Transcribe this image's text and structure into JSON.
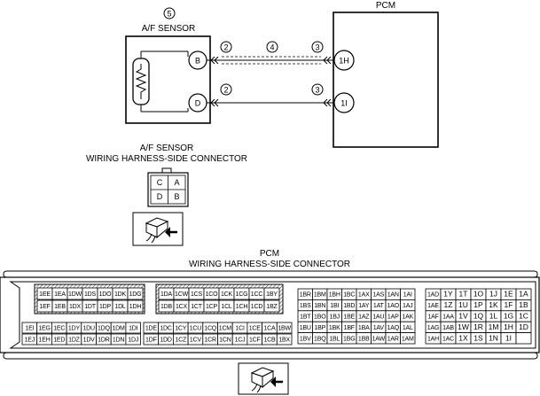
{
  "diagram": {
    "sensor": {
      "number": "5",
      "title": "A/F SENSOR",
      "pins": [
        "B",
        "D"
      ]
    },
    "pcm": {
      "title": "PCM",
      "pins": [
        "1H",
        "1I"
      ]
    },
    "callouts": {
      "wire_sensor_top": "2",
      "wire_sensor_bottom": "2",
      "wire_mid": "4",
      "wire_pcm_top": "3",
      "wire_pcm_bottom": "3"
    },
    "sensor_connector": {
      "title_line1": "A/F SENSOR",
      "title_line2": "WIRING HARNESS-SIDE CONNECTOR",
      "cells": [
        "C",
        "A",
        "D",
        "B"
      ]
    },
    "pcm_connector": {
      "title_line1": "PCM",
      "title_line2": "WIRING HARNESS-SIDE CONNECTOR",
      "group1_top": [
        "1EE",
        "1EA",
        "1DW",
        "1DS",
        "1DO",
        "1DK",
        "1DG"
      ],
      "group1_bottom": [
        "1EF",
        "1EB",
        "1DX",
        "1DT",
        "1DP",
        "1DL",
        "1DH"
      ],
      "group2_top": [
        "1DA",
        "1CW",
        "1CS",
        "1CO",
        "1CK",
        "1CG",
        "1CC",
        "1BY"
      ],
      "group2_bottom": [
        "1DB",
        "1CX",
        "1CT",
        "1CP",
        "1CL",
        "1CH",
        "1CD",
        "1BZ"
      ],
      "row3a": [
        "1EI",
        "1EG",
        "1EC",
        "1DY",
        "1DU",
        "1DQ",
        "1DM",
        "1DI"
      ],
      "row3b": [
        "1DE",
        "1DC",
        "1CY",
        "1CU",
        "1CQ",
        "1CM",
        "1CI",
        "1CE",
        "1CA",
        "1BW"
      ],
      "row4a": [
        "1EJ",
        "1EH",
        "1ED",
        "1DZ",
        "1DV",
        "1DR",
        "1DN",
        "1DJ"
      ],
      "row4b": [
        "1DF",
        "1DD",
        "1CZ",
        "1CV",
        "1CR",
        "1CN",
        "1CJ",
        "1CF",
        "1CB",
        "1BX"
      ],
      "block_mid": [
        [
          "1BR",
          "1BM",
          "1BH",
          "1BC",
          "1AX",
          "1AS",
          "1AN",
          "1AI"
        ],
        [
          "1BS",
          "1BN",
          "1BI",
          "1BD",
          "1AY",
          "1AT",
          "1AO",
          "1AJ"
        ],
        [
          "1BT",
          "1BO",
          "1BJ",
          "1BE",
          "1AZ",
          "1AU",
          "1AP",
          "1AK"
        ],
        [
          "1BU",
          "1BP",
          "1BK",
          "1BF",
          "1BA",
          "1AV",
          "1AQ",
          "1AL"
        ],
        [
          "1BV",
          "1BQ",
          "1BL",
          "1BG",
          "1BB",
          "1AW",
          "1AR",
          "1AM"
        ]
      ],
      "block_right": [
        [
          "1AD",
          "1Y",
          "1T",
          "1O",
          "1J",
          "1E",
          "1A"
        ],
        [
          "1AE",
          "1Z",
          "1U",
          "1P",
          "1K",
          "1F",
          "1B"
        ],
        [
          "1AF",
          "1AA",
          "1V",
          "1Q",
          "1L",
          "1G",
          "1C"
        ],
        [
          "1AG",
          "1AB",
          "1W",
          "1R",
          "1M",
          "1H",
          "1D"
        ],
        [
          "1AH",
          "1AC",
          "1X",
          "1S",
          "1N",
          "1I",
          ""
        ]
      ]
    }
  }
}
